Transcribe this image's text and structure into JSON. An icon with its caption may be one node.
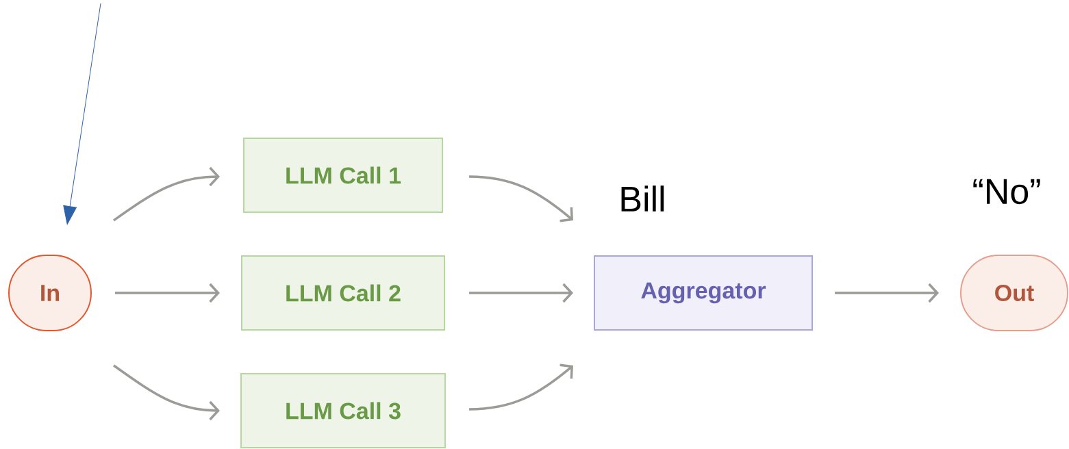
{
  "diagram": {
    "nodes": [
      {
        "text": [
          "In"
        ]
      },
      {
        "text": [
          "LLM Call 1"
        ]
      },
      {
        "text": [
          "LLM Call 2"
        ]
      },
      {
        "text": [
          "LLM Call 3"
        ]
      },
      {
        "text": [
          "Aggregator"
        ]
      },
      {
        "text": [
          "Out"
        ]
      }
    ],
    "edges": [
      {
        "from": null,
        "to": 0,
        "arrow": "to",
        "color": "#2e62a8"
      },
      {
        "from": 0,
        "to": 1,
        "arrow": "to"
      },
      {
        "from": 0,
        "to": 2,
        "arrow": "to"
      },
      {
        "from": 0,
        "to": 3,
        "arrow": "to"
      },
      {
        "from": 1,
        "to": 4,
        "arrow": "to"
      },
      {
        "from": 2,
        "to": 4,
        "arrow": "to"
      },
      {
        "from": 3,
        "to": 4,
        "arrow": "to"
      },
      {
        "from": 4,
        "to": 5,
        "arrow": "to"
      }
    ],
    "labels": [
      "Bill",
      "“No”"
    ]
  }
}
